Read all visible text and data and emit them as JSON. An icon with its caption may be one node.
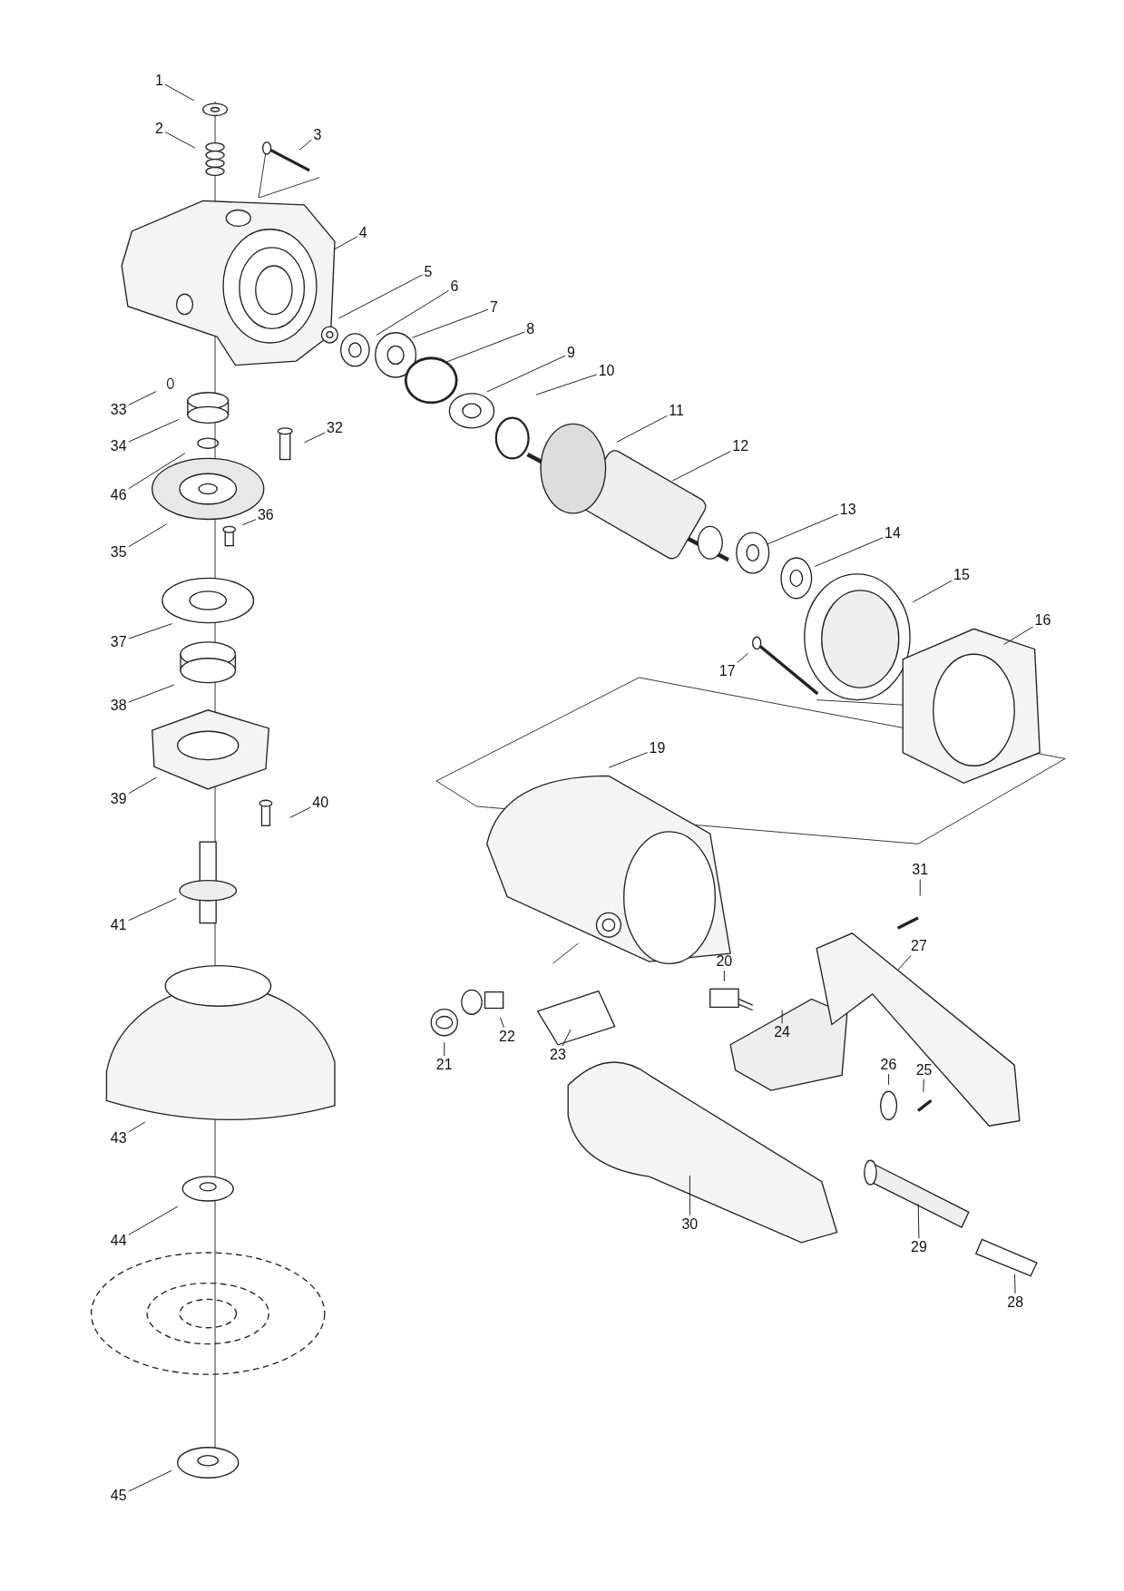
{
  "diagram": {
    "nodes": [
      {
        "text": [
          "1"
        ]
      },
      {
        "text": [
          "2"
        ]
      },
      {
        "text": [
          "3"
        ]
      },
      {
        "text": [
          "4"
        ]
      },
      {
        "text": [
          "5"
        ]
      },
      {
        "text": [
          "6"
        ]
      },
      {
        "text": [
          "7"
        ]
      },
      {
        "text": [
          "8"
        ]
      },
      {
        "text": [
          "9"
        ]
      },
      {
        "text": [
          "10"
        ]
      },
      {
        "text": [
          "11"
        ]
      },
      {
        "text": [
          "12"
        ]
      },
      {
        "text": [
          "13"
        ]
      },
      {
        "text": [
          "14"
        ]
      },
      {
        "text": [
          "15"
        ]
      },
      {
        "text": [
          "16"
        ]
      },
      {
        "text": [
          "17"
        ]
      },
      {
        "text": [
          "19"
        ]
      },
      {
        "text": [
          "20"
        ]
      },
      {
        "text": [
          "21"
        ]
      },
      {
        "text": [
          "22"
        ]
      },
      {
        "text": [
          "23"
        ]
      },
      {
        "text": [
          "24"
        ]
      },
      {
        "text": [
          "25"
        ]
      },
      {
        "text": [
          "26"
        ]
      },
      {
        "text": [
          "27"
        ]
      },
      {
        "text": [
          "28"
        ]
      },
      {
        "text": [
          "29"
        ]
      },
      {
        "text": [
          "30"
        ]
      },
      {
        "text": [
          "31"
        ]
      },
      {
        "text": [
          "32"
        ]
      },
      {
        "text": [
          "33"
        ]
      },
      {
        "text": [
          "34"
        ]
      },
      {
        "text": [
          "35"
        ]
      },
      {
        "text": [
          "36"
        ]
      },
      {
        "text": [
          "37"
        ]
      },
      {
        "text": [
          "38"
        ]
      },
      {
        "text": [
          "39"
        ]
      },
      {
        "text": [
          "40"
        ]
      },
      {
        "text": [
          "41"
        ]
      },
      {
        "text": [
          "43"
        ]
      },
      {
        "text": [
          "44"
        ]
      },
      {
        "text": [
          "45"
        ]
      },
      {
        "text": [
          "46"
        ]
      }
    ],
    "edges": [
      {
        "from": 0,
        "to": null,
        "arrow": "none"
      },
      {
        "from": 1,
        "to": null,
        "arrow": "none"
      },
      {
        "from": 2,
        "to": null,
        "arrow": "none"
      },
      {
        "from": 3,
        "to": null,
        "arrow": "none"
      },
      {
        "from": 4,
        "to": null,
        "arrow": "none"
      },
      {
        "from": 5,
        "to": null,
        "arrow": "none"
      },
      {
        "from": 6,
        "to": null,
        "arrow": "none"
      },
      {
        "from": 7,
        "to": null,
        "arrow": "none"
      },
      {
        "from": 8,
        "to": null,
        "arrow": "none"
      },
      {
        "from": 9,
        "to": null,
        "arrow": "none"
      },
      {
        "from": 10,
        "to": null,
        "arrow": "none"
      },
      {
        "from": 11,
        "to": null,
        "arrow": "none"
      },
      {
        "from": 12,
        "to": null,
        "arrow": "none"
      },
      {
        "from": 13,
        "to": null,
        "arrow": "none"
      },
      {
        "from": 14,
        "to": null,
        "arrow": "none"
      },
      {
        "from": 15,
        "to": null,
        "arrow": "none"
      },
      {
        "from": 16,
        "to": null,
        "arrow": "none"
      },
      {
        "from": 17,
        "to": null,
        "arrow": "none"
      },
      {
        "from": 18,
        "to": null,
        "arrow": "none"
      },
      {
        "from": 19,
        "to": null,
        "arrow": "none"
      },
      {
        "from": 20,
        "to": null,
        "arrow": "none"
      },
      {
        "from": 21,
        "to": null,
        "arrow": "none"
      },
      {
        "from": 22,
        "to": null,
        "arrow": "none"
      },
      {
        "from": 23,
        "to": null,
        "arrow": "none"
      },
      {
        "from": 24,
        "to": null,
        "arrow": "none"
      },
      {
        "from": 25,
        "to": null,
        "arrow": "none"
      },
      {
        "from": 26,
        "to": null,
        "arrow": "none"
      },
      {
        "from": 27,
        "to": null,
        "arrow": "none"
      },
      {
        "from": 28,
        "to": null,
        "arrow": "none"
      },
      {
        "from": 29,
        "to": null,
        "arrow": "none"
      },
      {
        "from": 30,
        "to": null,
        "arrow": "none"
      },
      {
        "from": 31,
        "to": null,
        "arrow": "none"
      },
      {
        "from": 32,
        "to": null,
        "arrow": "none"
      },
      {
        "from": 33,
        "to": null,
        "arrow": "none"
      },
      {
        "from": 34,
        "to": null,
        "arrow": "none"
      },
      {
        "from": 35,
        "to": null,
        "arrow": "none"
      },
      {
        "from": 36,
        "to": null,
        "arrow": "none"
      },
      {
        "from": 37,
        "to": null,
        "arrow": "none"
      },
      {
        "from": 38,
        "to": null,
        "arrow": "none"
      },
      {
        "from": 39,
        "to": null,
        "arrow": "none"
      },
      {
        "from": 40,
        "to": null,
        "arrow": "none"
      },
      {
        "from": 41,
        "to": null,
        "arrow": "none"
      },
      {
        "from": 42,
        "to": null,
        "arrow": "none"
      },
      {
        "from": 43,
        "to": null,
        "arrow": "none"
      }
    ]
  }
}
